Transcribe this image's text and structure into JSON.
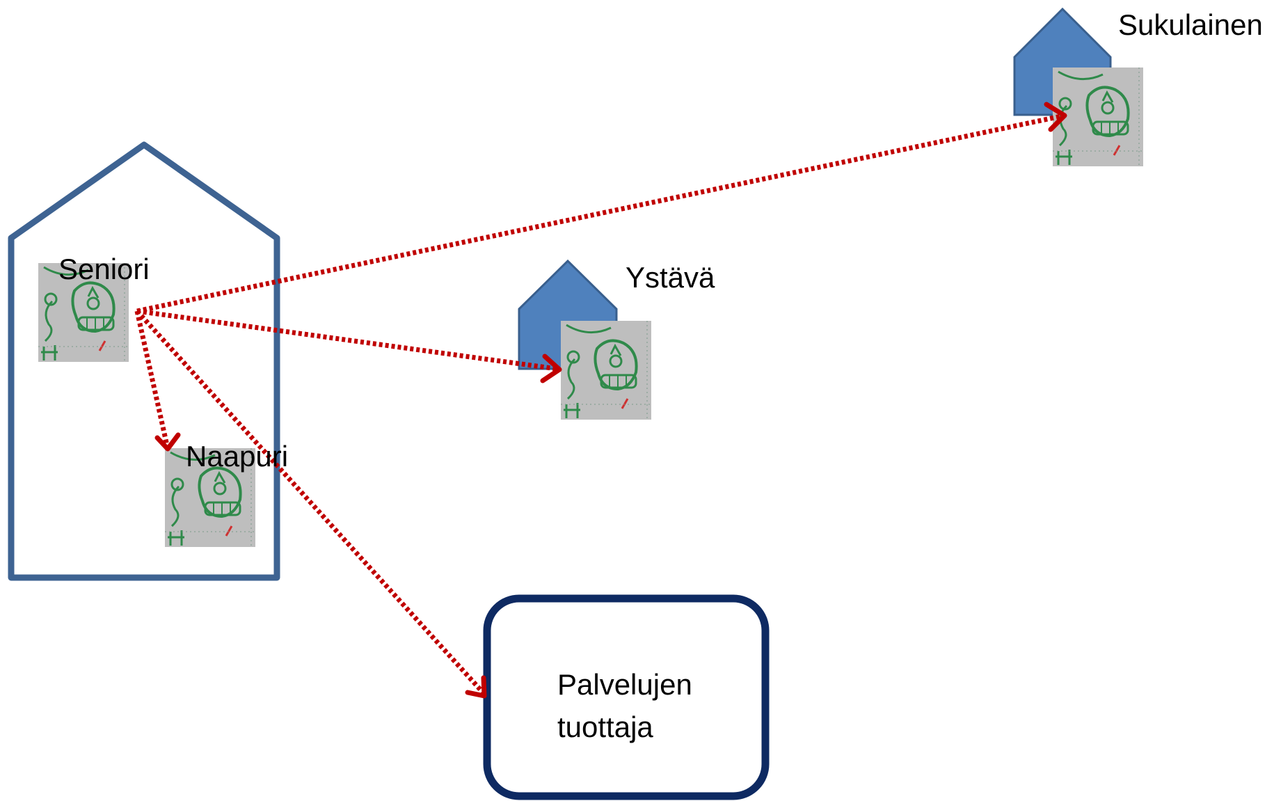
{
  "nodes": {
    "seniori": {
      "label": "Seniori"
    },
    "naapuri": {
      "label": "Naapuri"
    },
    "ystava": {
      "label": "Ystävä"
    },
    "sukulainen": {
      "label": "Sukulainen"
    },
    "provider": {
      "line1": "Palvelujen",
      "line2": "tuottaja"
    }
  },
  "edges": [
    {
      "from": "Seniori",
      "to": "Sukulainen"
    },
    {
      "from": "Seniori",
      "to": "Ystävä"
    },
    {
      "from": "Seniori",
      "to": "Naapuri"
    },
    {
      "from": "Seniori",
      "to": "Palvelujen tuottaja"
    }
  ],
  "colors": {
    "house_outline": "#3e6392",
    "house_fill": "#4f81bd",
    "house_small_stroke": "#395f8d",
    "arrow": "#c00000",
    "provider_border": "#0e2a62",
    "avatar_bg": "#b9b9b9",
    "avatar_ink": "#2f8a4a"
  },
  "icons": {
    "person": "person-sketch-icon",
    "home": "house-icon"
  }
}
